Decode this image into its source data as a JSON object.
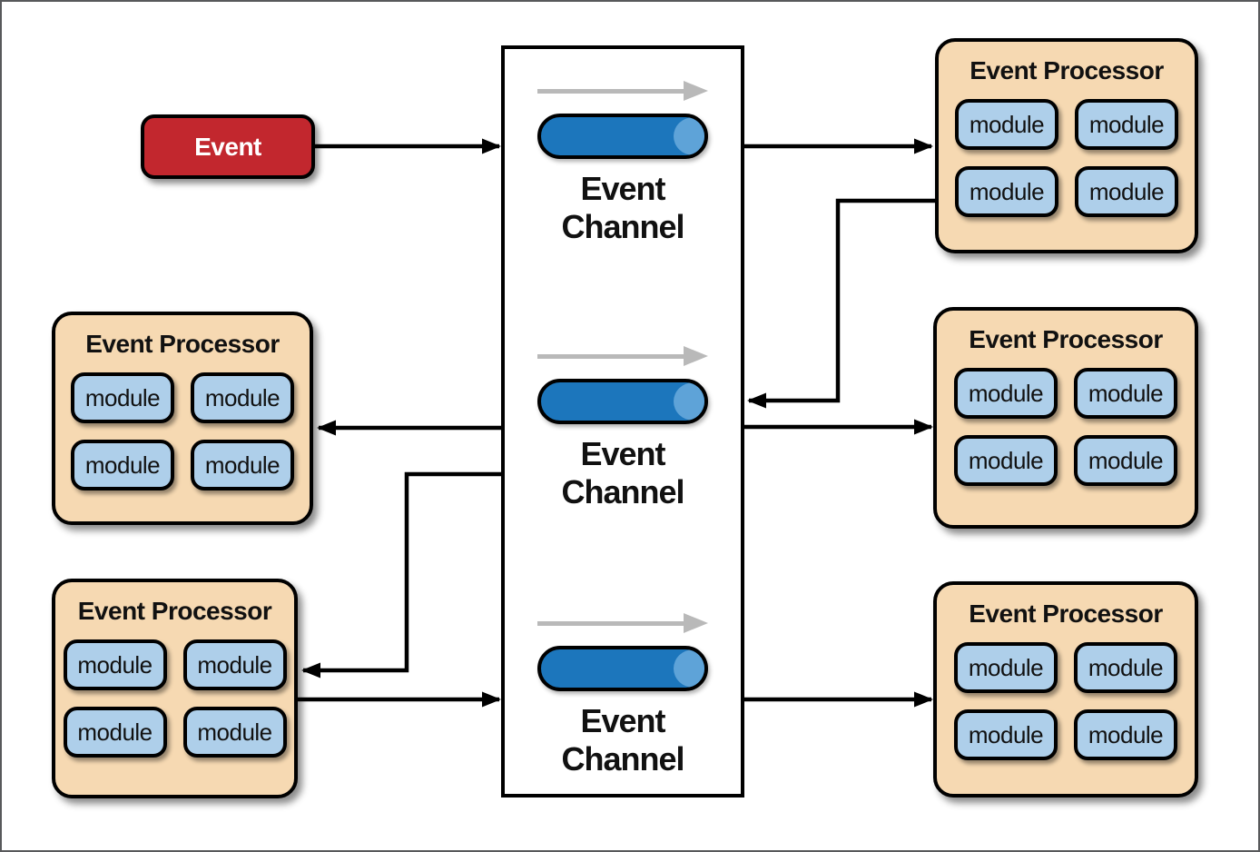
{
  "colors": {
    "event-red": "#c2272e",
    "processor-tan": "#f6d9b2",
    "module-blue": "#aecfea",
    "cylinder-blue": "#1c76bc",
    "cylinder-cap-blue": "#5ea3d8",
    "flow-arrow-gray": "#b9b9b9",
    "line-black": "#000000",
    "canvas-border-gray": "#58595b",
    "text-black": "#111111",
    "event-text-white": "#ffffff"
  },
  "diagram": {
    "event_source": {
      "label": "Event"
    },
    "event_channels": [
      {
        "label": "Event Channel"
      },
      {
        "label": "Event Channel"
      },
      {
        "label": "Event Channel"
      }
    ],
    "processors": [
      {
        "position": "top-right",
        "title": "Event Processor",
        "modules": [
          "module",
          "module",
          "module",
          "module"
        ]
      },
      {
        "position": "middle-right",
        "title": "Event Processor",
        "modules": [
          "module",
          "module",
          "module",
          "module"
        ]
      },
      {
        "position": "bottom-right",
        "title": "Event Processor",
        "modules": [
          "module",
          "module",
          "module",
          "module"
        ]
      },
      {
        "position": "middle-left",
        "title": "Event Processor",
        "modules": [
          "module",
          "module",
          "module",
          "module"
        ]
      },
      {
        "position": "bottom-left",
        "title": "Event Processor",
        "modules": [
          "module",
          "module",
          "module",
          "module"
        ]
      }
    ]
  }
}
